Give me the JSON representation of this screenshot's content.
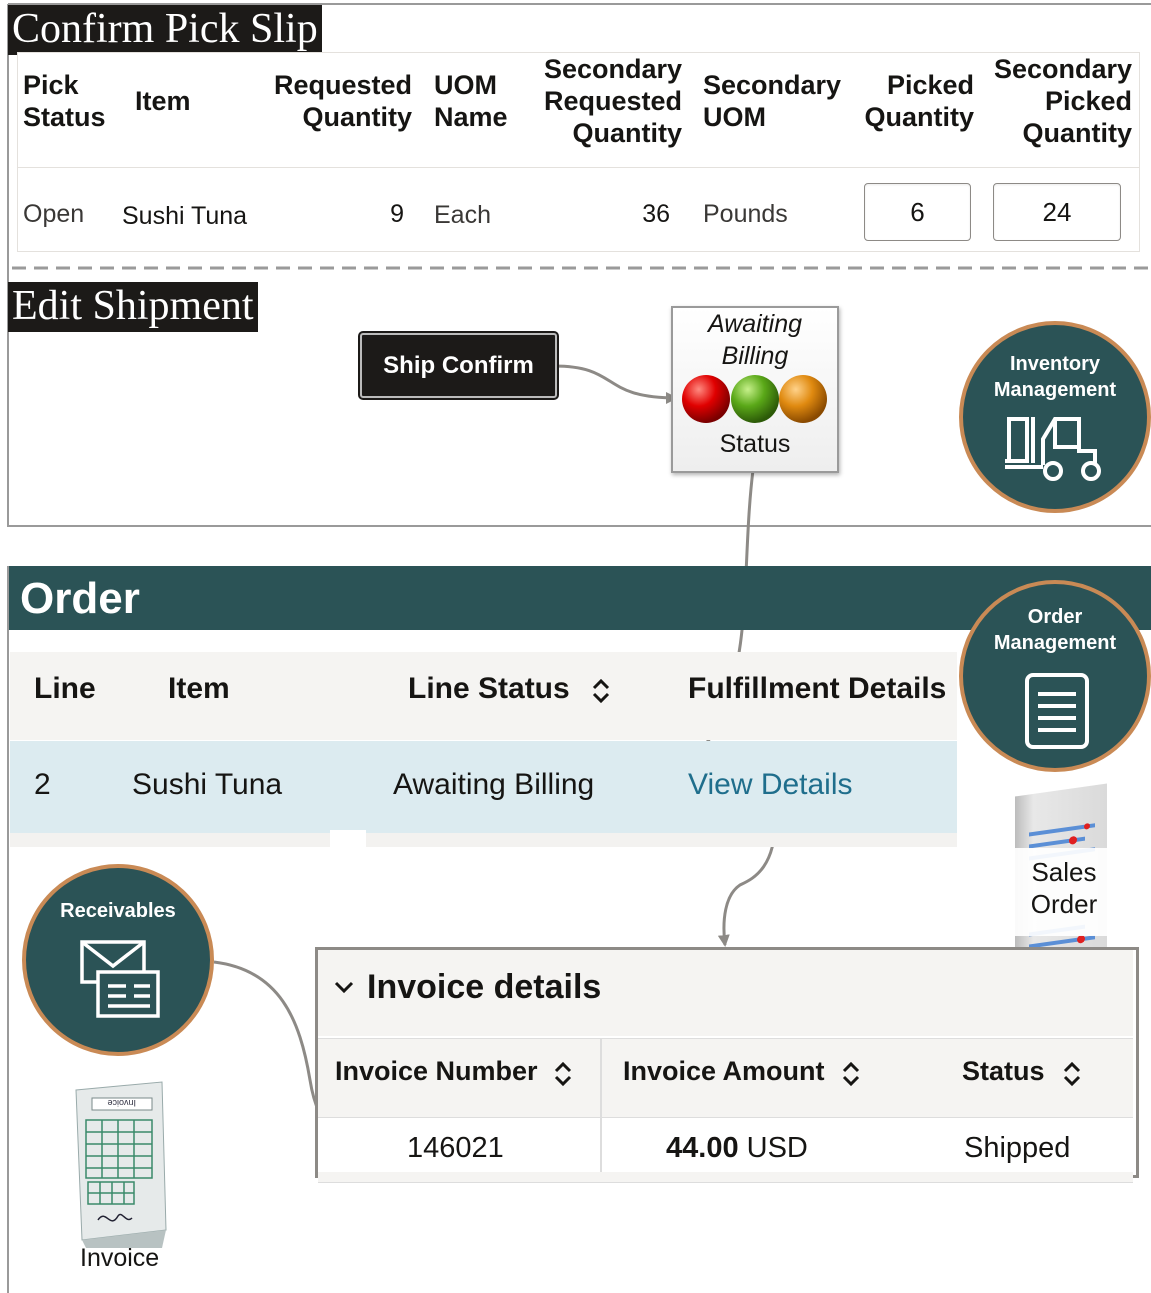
{
  "pick_slip": {
    "section_label": "Confirm Pick Slip",
    "headers": {
      "pick_status": [
        "Pick",
        "Status"
      ],
      "item": "Item",
      "requested_qty": [
        "Requested",
        "Quantity"
      ],
      "uom_name": [
        "UOM",
        "Name"
      ],
      "sec_requested_qty": [
        "Secondary",
        "Requested",
        "Quantity"
      ],
      "sec_uom": [
        "Secondary",
        "UOM"
      ],
      "picked_qty": [
        "Picked",
        "Quantity"
      ],
      "sec_picked_qty": [
        "Secondary",
        "Picked",
        "Quantity"
      ]
    },
    "row": {
      "pick_status": "Open",
      "item": "Sushi Tuna",
      "requested_qty": "9",
      "uom_name": "Each",
      "sec_requested_qty": "36",
      "sec_uom": "Pounds",
      "picked_qty": "6",
      "sec_picked_qty": "24"
    }
  },
  "edit_shipment": {
    "section_label": "Edit Shipment",
    "ship_confirm_label": "Ship Confirm",
    "status_tile": {
      "line1": "Awaiting",
      "line2": "Billing",
      "caption": "Status"
    },
    "badge": {
      "line1": "Inventory",
      "line2": "Management",
      "icon": "forklift-icon"
    }
  },
  "order": {
    "title": "Order",
    "headers": {
      "line": "Line",
      "item": "Item",
      "line_status": "Line Status",
      "fulfillment": "Fulfillment Details"
    },
    "row": {
      "line": "2",
      "item": "Sushi Tuna",
      "line_status": "Awaiting Billing",
      "fulfillment_link": "View Details"
    },
    "badge": {
      "line1": "Order",
      "line2": "Management",
      "icon": "document-icon"
    },
    "sales_order_caption": {
      "line1": "Sales",
      "line2": "Order"
    }
  },
  "invoice_details": {
    "title": "Invoice details",
    "headers": {
      "number": "Invoice Number",
      "amount": "Invoice Amount",
      "status": "Status"
    },
    "row": {
      "number": "146021",
      "amount": "44.00",
      "currency": "USD",
      "status": "Shipped"
    }
  },
  "receivables": {
    "badge_label": "Receivables",
    "icon": "envelope-invoice-icon",
    "invoice_caption": "Invoice",
    "invoice_doc_header": "Invoice"
  },
  "colors": {
    "teal": "#2b5356",
    "badge_border": "#c98a55",
    "link": "#1f6e8c",
    "row_highlight": "#dcebf0"
  }
}
